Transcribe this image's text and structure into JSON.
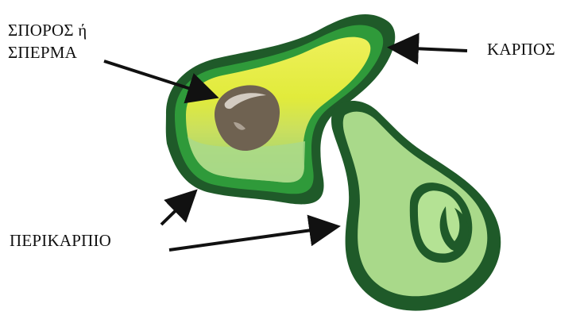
{
  "labels": {
    "seed_line1": "ΣΠΟΡΟΣ ή",
    "seed_line2": "ΣΠΕΡΜΑ",
    "fruit": "ΚΑΡΠΟΣ",
    "pericarp": "ΠΕΡΙΚΑΡΠΙΟ"
  },
  "colors": {
    "outer_skin": "#1f5a29",
    "rind_green": "#2f9a3a",
    "flesh_yellow": "#e4ea3d",
    "flesh_yellow_green": "#cfe05c",
    "flesh_light_green": "#a9d98a",
    "seed_brown": "#6f6251",
    "seed_highlight": "#d3cbc1",
    "arrow": "#111111"
  }
}
